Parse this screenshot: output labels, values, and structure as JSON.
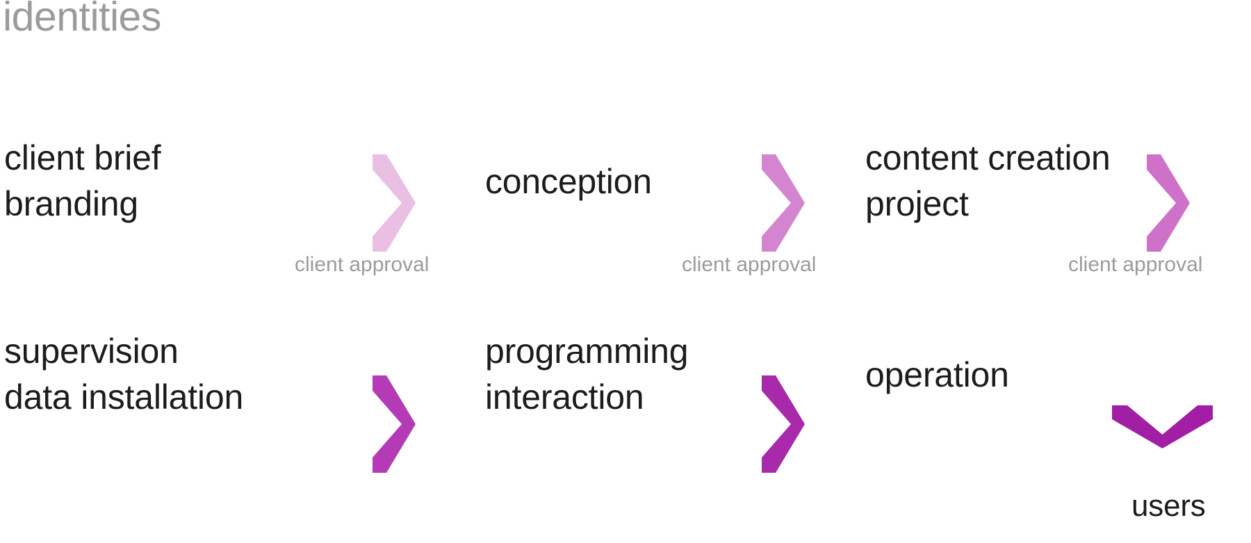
{
  "page": {
    "title": "identities",
    "background": "#ffffff",
    "title_color": "#9b9b9b",
    "text_color": "#1c1c1c",
    "muted_color": "#9b9b9b"
  },
  "palette": {
    "chevron_1": "#e9c0e4",
    "chevron_2": "#d386cf",
    "chevron_3": "#ce72c9",
    "chevron_4": "#b43bb5",
    "chevron_5": "#a929ab",
    "chevron_down": "#a21fa5"
  },
  "flow": {
    "row_top": {
      "steps": [
        {
          "label": "client brief\nbranding"
        },
        {
          "label": "conception"
        },
        {
          "label": "content creation\nproject"
        }
      ],
      "connectors": [
        {
          "icon": "chevron-right-icon",
          "color": "#e9c0e4"
        },
        {
          "icon": "chevron-right-icon",
          "color": "#d386cf"
        },
        {
          "icon": "chevron-right-icon",
          "color": "#ce72c9"
        }
      ]
    },
    "approvals": [
      {
        "label": "client approval"
      },
      {
        "label": "client approval"
      },
      {
        "label": "client approval"
      }
    ],
    "row_bottom": {
      "steps": [
        {
          "label": "supervision\ndata installation"
        },
        {
          "label": "programming\ninteraction"
        },
        {
          "label": "operation"
        }
      ],
      "connectors": [
        {
          "icon": "chevron-right-icon",
          "color": "#b43bb5"
        },
        {
          "icon": "chevron-right-icon",
          "color": "#a929ab"
        },
        {
          "icon": "chevron-down-icon",
          "color": "#a21fa5"
        }
      ]
    },
    "outcome": {
      "label": "users"
    }
  }
}
